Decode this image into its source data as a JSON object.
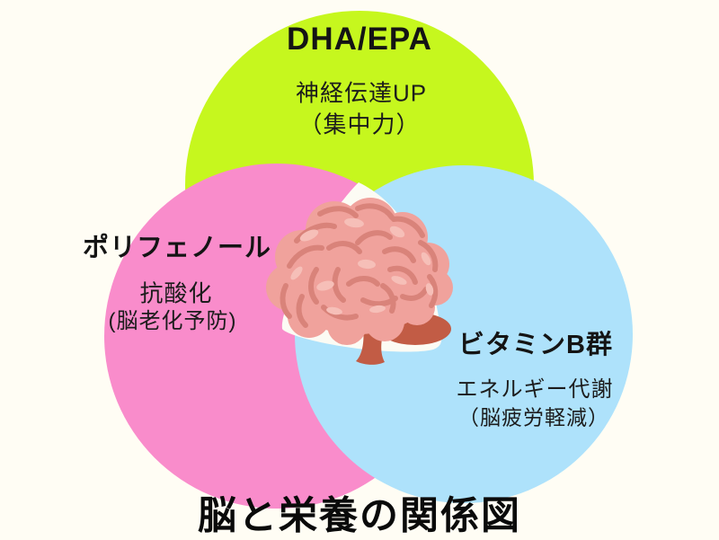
{
  "canvas": {
    "background": "#FFFDF4",
    "center_fill": "#FCFBF4"
  },
  "title": {
    "text": "脳と栄養の関係図"
  },
  "circles": {
    "dha": {
      "label": "DHA/EPA",
      "benefit": "神経伝達UP",
      "detail": "（集中力）",
      "color": "#C6F71E"
    },
    "polyphenol": {
      "label": "ポリフェノール",
      "benefit": "抗酸化",
      "detail": "(脳老化予防)",
      "color": "#F98CCB"
    },
    "vitamin_b": {
      "label": "ビタミンB群",
      "benefit": "エネルギー代謝",
      "detail": "（脳疲労軽減）",
      "color": "#AEE2FB"
    }
  },
  "brain": {
    "icon": "brain-illustration",
    "main": "#F0A29C",
    "line": "#D9837A",
    "highlight": "#F6BFB8",
    "stem": "#C25C45"
  }
}
